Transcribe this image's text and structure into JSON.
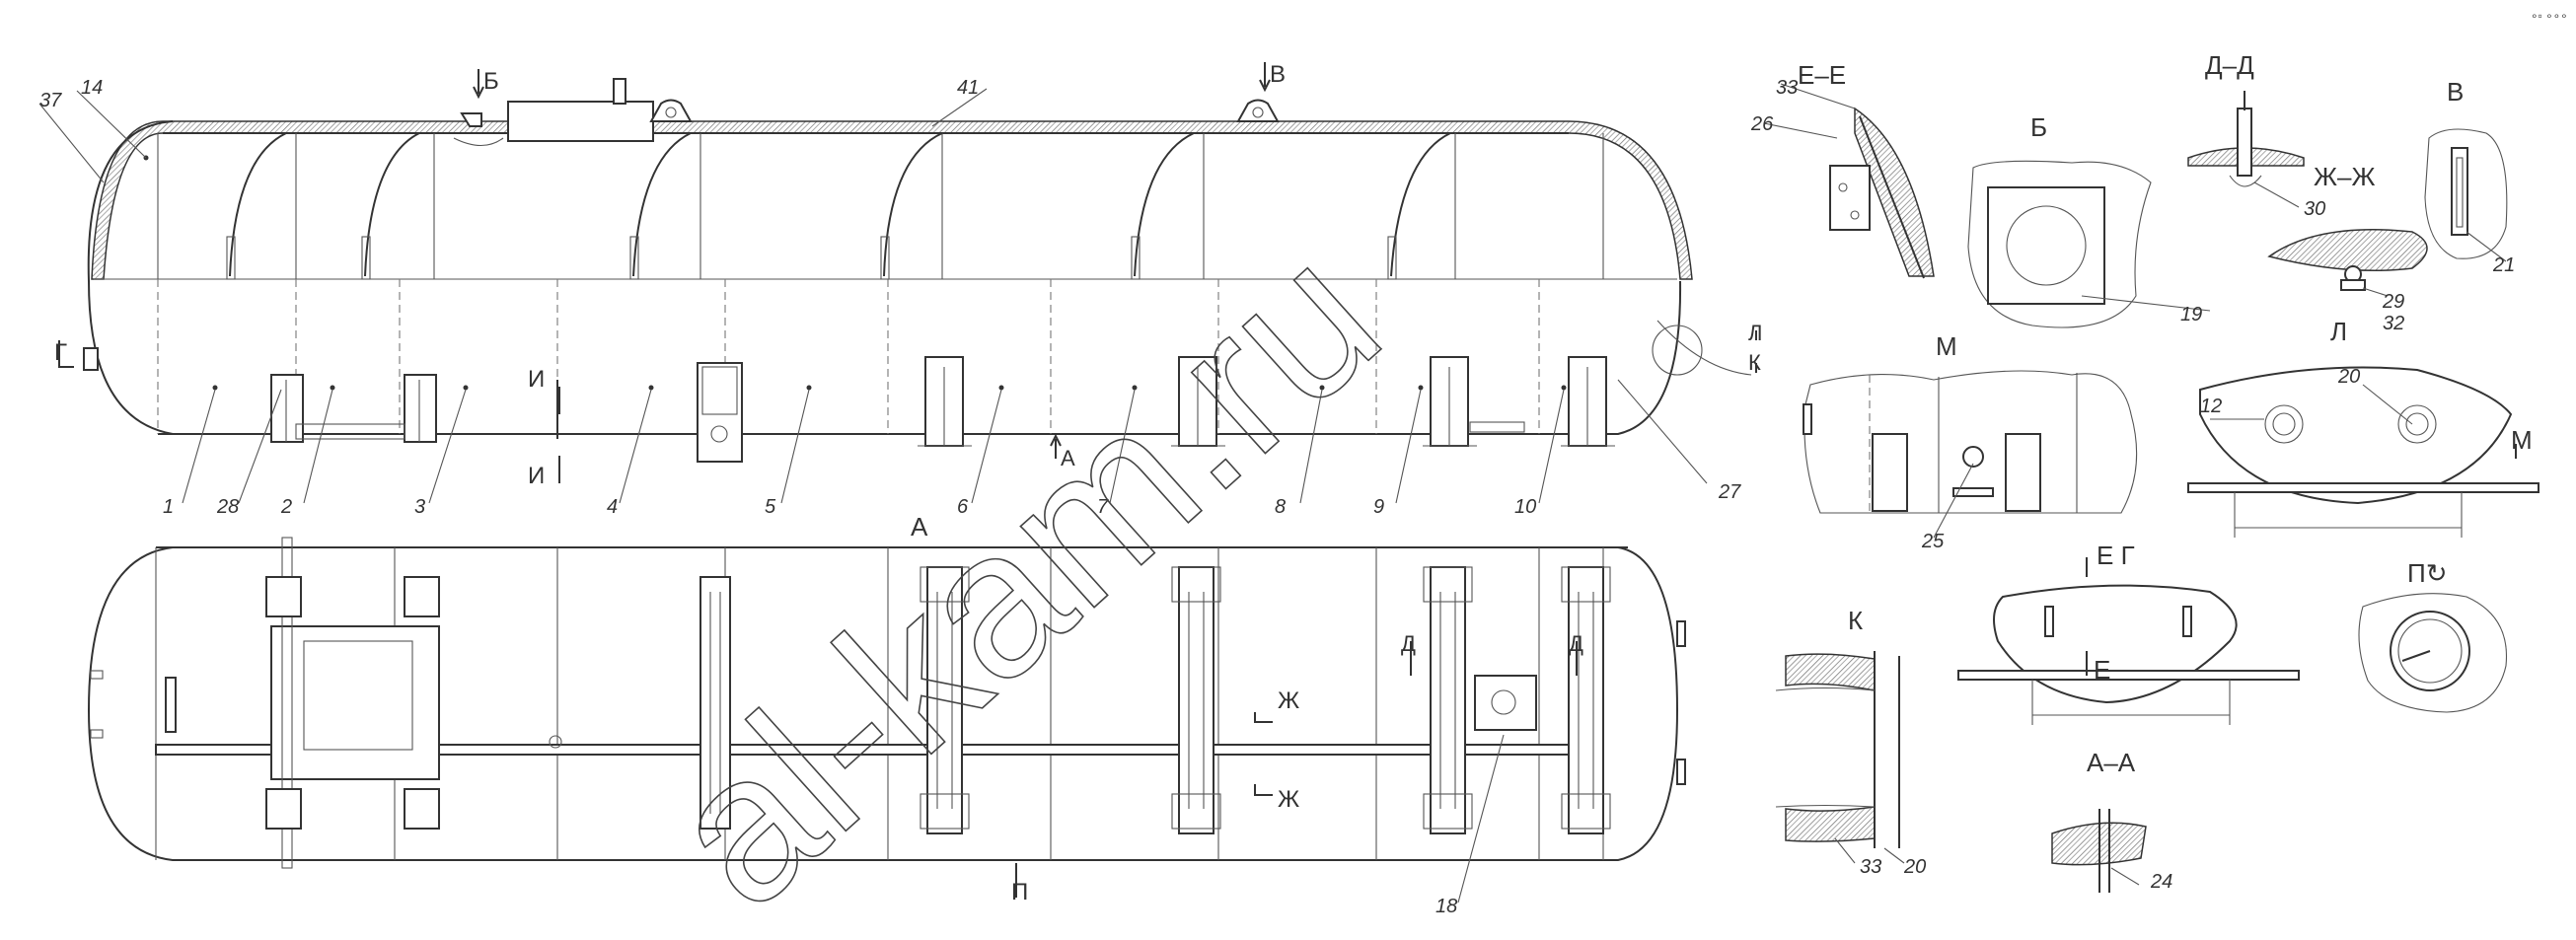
{
  "corner_text": "∘▫ ∘∘∘",
  "watermark": "al-kam.ru",
  "callouts": [
    "37",
    "14",
    "41",
    "1",
    "28",
    "2",
    "3",
    "4",
    "5",
    "6",
    "7",
    "8",
    "9",
    "10",
    "27",
    "18"
  ],
  "detail_callouts": [
    "33",
    "26",
    "30",
    "29",
    "32",
    "21",
    "19",
    "12",
    "20",
    "25",
    "33",
    "20",
    "24"
  ],
  "section_marks": {
    "b_top": "Б",
    "v_top": "В",
    "g_left": "Г",
    "i_top": "И",
    "i_bot": "И",
    "a_arrow": "А",
    "a_view": "А",
    "zh_top": "Ж",
    "zh_bot": "Ж",
    "d_left": "Д",
    "d_right": "Д",
    "p_bot": "П",
    "l_k_l": "Л",
    "l_k_k": "К"
  },
  "detail_titles": {
    "ee": "Е–Е",
    "b": "Б",
    "dd": "Д–Д",
    "v": "В",
    "zhzh": "Ж–Ж",
    "m": "М",
    "l": "Л",
    "m_arrow": "М",
    "k": "К",
    "eg": "Е Г",
    "e_small": "Е",
    "aa": "А–А",
    "pu": "П↻"
  }
}
